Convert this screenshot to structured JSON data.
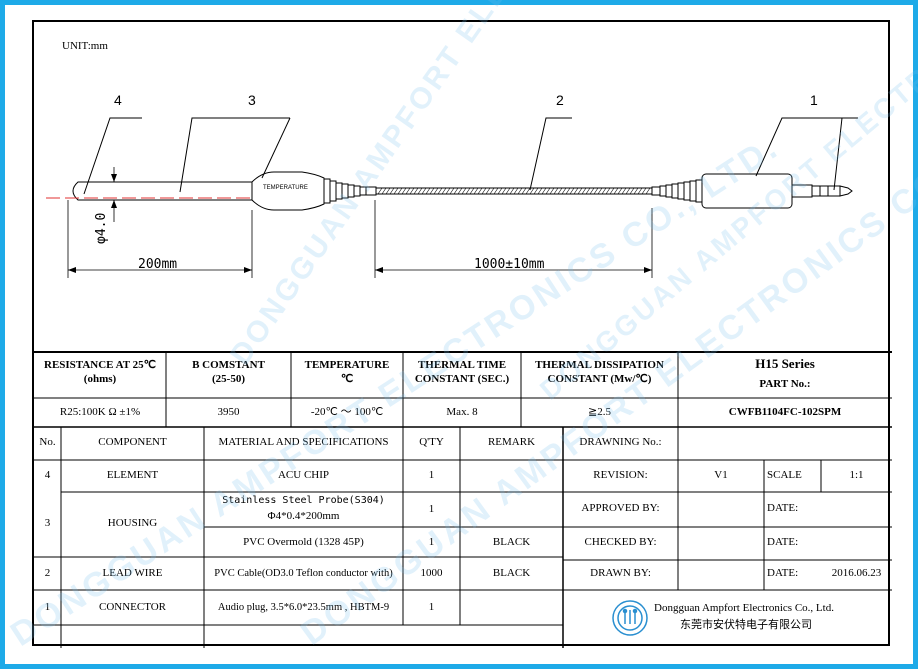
{
  "drawing": {
    "unit": "UNIT:mm",
    "callouts": [
      "4",
      "3",
      "2",
      "1"
    ],
    "probe_label": "TEMPERATURE",
    "dim_diameter": "φ4.0",
    "dim_probe_length": "200mm",
    "dim_cable_length": "1000±10mm"
  },
  "spec_header": {
    "resistance_title": "RESISTANCE AT 25℃",
    "resistance_unit": "(ohms)",
    "bconst_title": "B  COMSTANT",
    "bconst_range": "(25-50)",
    "temp_title": "TEMPERATURE",
    "temp_unit": "℃",
    "ttc_title": "THERMAL TIME",
    "ttc_sub": "CONSTANT (SEC.)",
    "tdc_title": "THERMAL DISSIPATION",
    "tdc_sub": "CONSTANT  (Mw/℃)",
    "series": "H15 Series",
    "part_no_label": "PART No.:"
  },
  "spec_values": {
    "resistance": "R25:100K Ω  ±1%",
    "bconst": "3950",
    "temp_range": "-20℃ ～ 100℃",
    "ttc": "Max. 8",
    "tdc": "≧2.5",
    "part_no": "CWFB1104FC-102SPM"
  },
  "bom": {
    "headers": [
      "No.",
      "COMPONENT",
      "MATERIAL AND SPECIFICATIONS",
      "Q'TY",
      "REMARK"
    ],
    "rows": [
      {
        "no": "4",
        "component": "ELEMENT",
        "material": "ACU CHIP",
        "qty": "1",
        "remark": ""
      },
      {
        "no": "3",
        "component": "HOUSING",
        "material": "Stainless Steel Probe(S304)",
        "material2": "Φ4*0.4*200mm",
        "qty": "1",
        "remark": ""
      },
      {
        "no": "",
        "component": "",
        "material": "PVC Overmold (1328 45P)",
        "qty": "1",
        "remark": "BLACK"
      },
      {
        "no": "2",
        "component": "LEAD WIRE",
        "material": "PVC Cable(OD3.0 Teflon conductor with)",
        "qty": "1000",
        "remark": "BLACK"
      },
      {
        "no": "1",
        "component": "CONNECTOR",
        "material": "Audio plug, 3.5*6.0*23.5mm , HBTM-9",
        "qty": "1",
        "remark": ""
      }
    ]
  },
  "title_block": {
    "drawing_no_label": "DRAWNING No.:",
    "drawing_no": "",
    "revision_label": "REVISION:",
    "revision": "V1",
    "scale_label": "SCALE",
    "scale": "1:1",
    "approved_label": "APPROVED BY:",
    "approved_date_label": "DATE:",
    "checked_label": "CHECKED BY:",
    "checked_date_label": "DATE:",
    "drawn_label": "DRAWN BY:",
    "drawn_date_label": "DATE:",
    "drawn_date": "2016.06.23",
    "company_en": "Dongguan Ampfort Electronics Co., Ltd.",
    "company_cn": "东莞市安伏特电子有限公司"
  },
  "watermark": "DONGGUAN AMPFORT ELECTRONICS CO., LTD.",
  "colors": {
    "border": "#1eaae8",
    "centerline": "#e03030",
    "logo": "#2a8fd0"
  }
}
